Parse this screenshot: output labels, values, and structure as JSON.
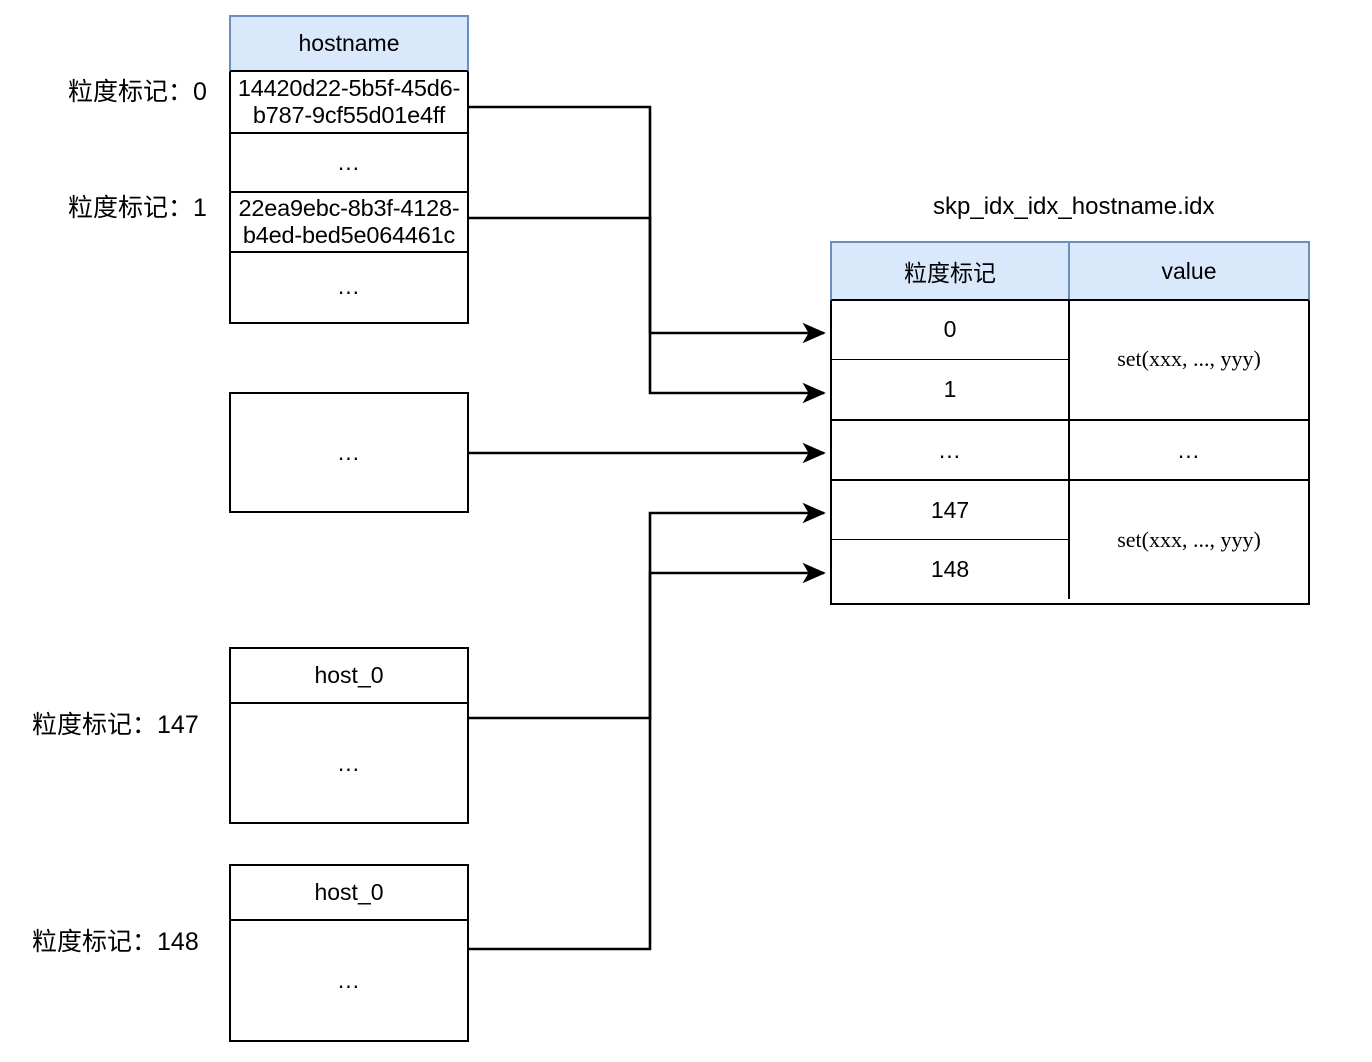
{
  "source_table": {
    "header": "hostname",
    "rows": [
      {
        "text": "14420d22-5b5f-45d6-b787-9cf55d01e4ff",
        "kind": "value"
      },
      {
        "text": "...",
        "kind": "ellipsis"
      },
      {
        "text": "22ea9ebc-8b3f-4128-b4ed-bed5e064461c",
        "kind": "value"
      },
      {
        "text": "...",
        "kind": "ellipsis"
      }
    ]
  },
  "granule_labels": [
    {
      "label": "粒度标记：",
      "value": "0"
    },
    {
      "label": "粒度标记：",
      "value": "1"
    },
    {
      "label": "粒度标记：",
      "value": "147"
    },
    {
      "label": "粒度标记：",
      "value": "148"
    }
  ],
  "middle_block": {
    "body": "..."
  },
  "granule_blocks": [
    {
      "header": "host_0",
      "body": "..."
    },
    {
      "header": "host_0",
      "body": "..."
    }
  ],
  "index": {
    "title": "skp_idx_idx_hostname.idx",
    "columns": [
      "粒度标记",
      "value"
    ],
    "keys": [
      "0",
      "1",
      "...",
      "147",
      "148"
    ],
    "values": [
      "set(xxx, ..., yyy)",
      "...",
      "set(xxx, ..., yyy)"
    ]
  },
  "colors": {
    "header_fill": "#dae8fc",
    "header_stroke": "#6c8ebf",
    "line": "#000000",
    "background": "#ffffff"
  }
}
